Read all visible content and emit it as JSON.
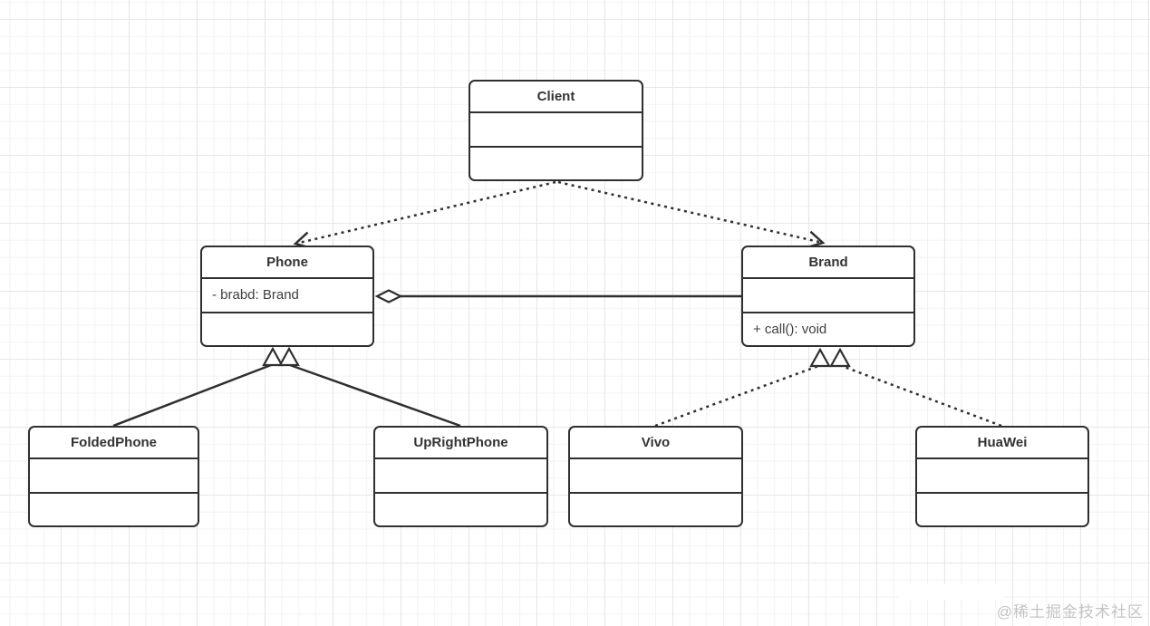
{
  "diagram_type": "uml-class-diagram",
  "classes": {
    "client": {
      "name": "Client",
      "attributes": "",
      "methods": ""
    },
    "phone": {
      "name": "Phone",
      "attributes": "- brabd: Brand",
      "methods": ""
    },
    "brand": {
      "name": "Brand",
      "attributes": "",
      "methods": "+ call(): void"
    },
    "foldedphone": {
      "name": "FoldedPhone",
      "attributes": "",
      "methods": ""
    },
    "uprightphone": {
      "name": "UpRightPhone",
      "attributes": "",
      "methods": ""
    },
    "vivo": {
      "name": "Vivo",
      "attributes": "",
      "methods": ""
    },
    "huawei": {
      "name": "HuaWei",
      "attributes": "",
      "methods": ""
    }
  },
  "relationships": [
    {
      "from": "Client",
      "to": "Phone",
      "type": "dependency",
      "line": "dotted",
      "head": "open-arrow"
    },
    {
      "from": "Client",
      "to": "Brand",
      "type": "dependency",
      "line": "dotted",
      "head": "open-arrow"
    },
    {
      "from": "Phone",
      "to": "Brand",
      "type": "aggregation",
      "line": "solid",
      "head": "open-diamond-at-phone"
    },
    {
      "from": "FoldedPhone",
      "to": "Phone",
      "type": "generalization",
      "line": "solid",
      "head": "hollow-triangle"
    },
    {
      "from": "UpRightPhone",
      "to": "Phone",
      "type": "generalization",
      "line": "solid",
      "head": "hollow-triangle"
    },
    {
      "from": "Vivo",
      "to": "Brand",
      "type": "realization",
      "line": "dotted",
      "head": "hollow-triangle"
    },
    {
      "from": "HuaWei",
      "to": "Brand",
      "type": "realization",
      "line": "dotted",
      "head": "hollow-triangle"
    }
  ],
  "watermark": {
    "text": "@稀土掘金技术社区"
  },
  "colors": {
    "stroke": "#2f2f2f",
    "box_fill": "#ffffff",
    "grid_minor": "#f2f2f2",
    "grid_major": "#e7e7e7",
    "watermark": "#c4c4c4"
  }
}
